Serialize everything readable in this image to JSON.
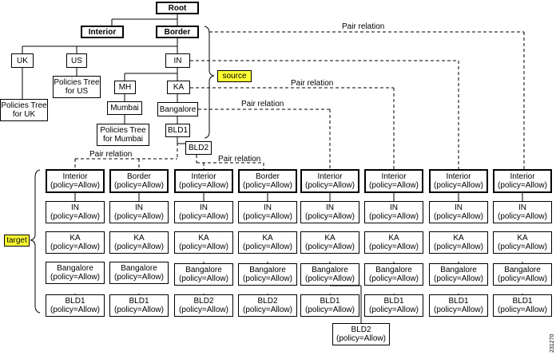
{
  "tree": {
    "root": "Root",
    "interior": "Interior",
    "border": "Border",
    "uk": "UK",
    "us": "US",
    "in": "IN",
    "policies_uk": "Policies Tree\nfor UK",
    "policies_us": "Policies Tree\nfor US",
    "mh": "MH",
    "ka": "KA",
    "mumbai": "Mumbai",
    "policies_mumbai": "Policies Tree\nfor Mumbai",
    "bangalore": "Bangalore",
    "bld1": "BLD1",
    "bld2": "BLD2"
  },
  "labels": {
    "source": "source",
    "target": "target",
    "pair_relation": "Pair relation",
    "figure_id": "231270"
  },
  "columns": [
    [
      "Interior\n(policy=Allow)",
      "IN\n(policy=Allow)",
      "KA\n(policy=Allow)",
      "Bangalore\n(policy=Allow)",
      "BLD1\n(policy=Allow)"
    ],
    [
      "Border\n(policy=Allow)",
      "IN\n(policy=Allow)",
      "KA\n(policy=Allow)",
      "Bangalore\n(policy=Allow)",
      "BLD1\n(policy=Allow)"
    ],
    [
      "Interior\n(policy=Allow)",
      "IN\n(policy=Allow)",
      "KA\n(policy=Allow)",
      "Bangalore\n(policy=Allow)",
      "BLD2\n(policy=Allow)"
    ],
    [
      "Border\n(policy=Allow)",
      "IN\n(policy=Allow)",
      "KA\n(policy=Allow)",
      "Bangalore\n(policy=Allow)",
      "BLD2\n(policy=Allow)"
    ],
    [
      "Interior\n(policy=Allow)",
      "IN\n(policy=Allow)",
      "KA\n(policy=Allow)",
      "Bangalore\n(policy=Allow)",
      "BLD1\n(policy=Allow)"
    ],
    [
      "Interior\n(policy=Allow)",
      "IN\n(policy=Allow)",
      "KA\n(policy=Allow)",
      "Bangalore\n(policy=Allow)",
      "BLD1\n(policy=Allow)"
    ],
    [
      "Interior\n(policy=Allow)",
      "IN\n(policy=Allow)",
      "KA\n(policy=Allow)",
      "Bangalore\n(policy=Allow)",
      "BLD1\n(policy=Allow)"
    ],
    [
      "Interior\n(policy=Allow)",
      "IN\n(policy=Allow)",
      "KA\n(policy=Allow)",
      "Bangalore\n(policy=Allow)",
      "BLD1\n(policy=Allow)"
    ]
  ],
  "extra_node": "BLD2\n(policy=Allow)"
}
